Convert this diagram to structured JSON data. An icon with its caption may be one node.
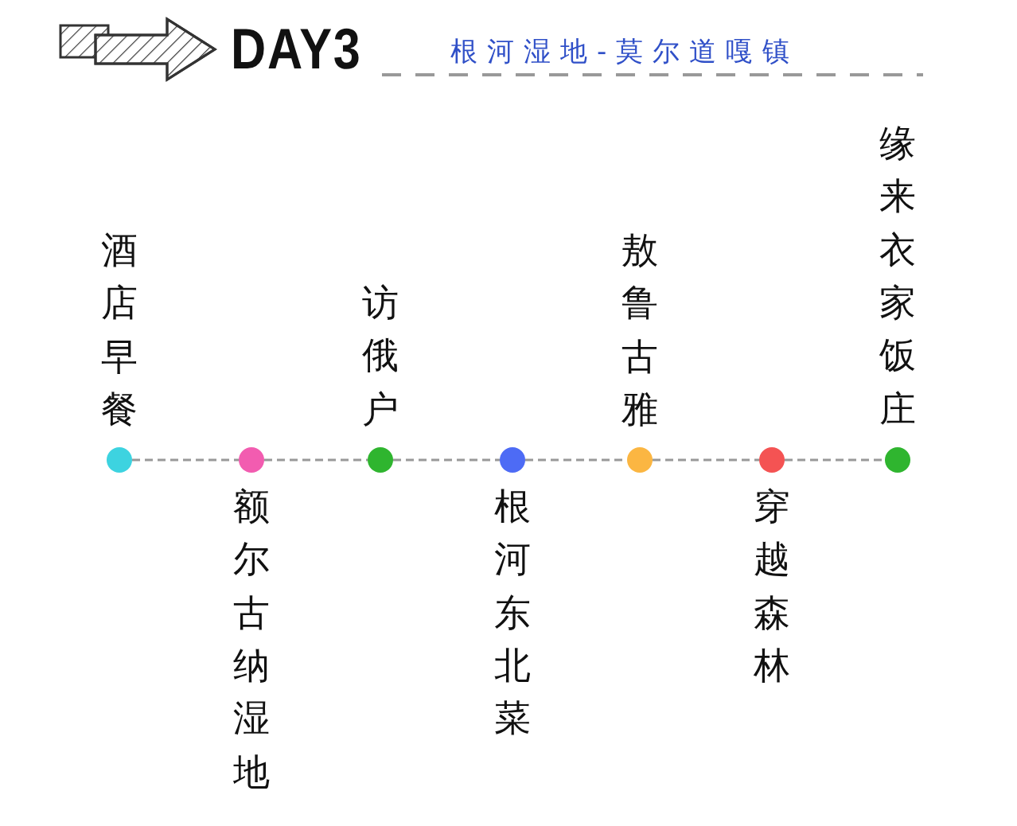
{
  "diagram": {
    "title": "DAY3",
    "caption": "根河湿地-莫尔道嘎镇",
    "nodes": [
      {
        "text": [],
        "shape": "circle",
        "beside": [
          "酒店早餐"
        ]
      },
      {
        "text": [],
        "shape": "circle",
        "beside": [
          "额尔古纳湿地"
        ]
      },
      {
        "text": [],
        "shape": "circle",
        "beside": [
          "访俄户"
        ]
      },
      {
        "text": [],
        "shape": "circle",
        "beside": [
          "根河东北菜"
        ]
      },
      {
        "text": [],
        "shape": "circle",
        "beside": [
          "敖鲁古雅"
        ]
      },
      {
        "text": [],
        "shape": "circle",
        "beside": [
          "穿越森林"
        ]
      },
      {
        "text": [],
        "shape": "circle",
        "beside": [
          "缘来衣家饭庄"
        ]
      }
    ],
    "edges": [
      {
        "from": 0,
        "to": 1,
        "arrow": "none",
        "style": "dashed"
      },
      {
        "from": 1,
        "to": 2,
        "arrow": "none",
        "style": "dashed"
      },
      {
        "from": 2,
        "to": 3,
        "arrow": "none",
        "style": "dashed"
      },
      {
        "from": 3,
        "to": 4,
        "arrow": "none",
        "style": "dashed"
      },
      {
        "from": 4,
        "to": 5,
        "arrow": "none",
        "style": "dashed"
      },
      {
        "from": 5,
        "to": 6,
        "arrow": "none",
        "style": "dashed"
      }
    ]
  }
}
